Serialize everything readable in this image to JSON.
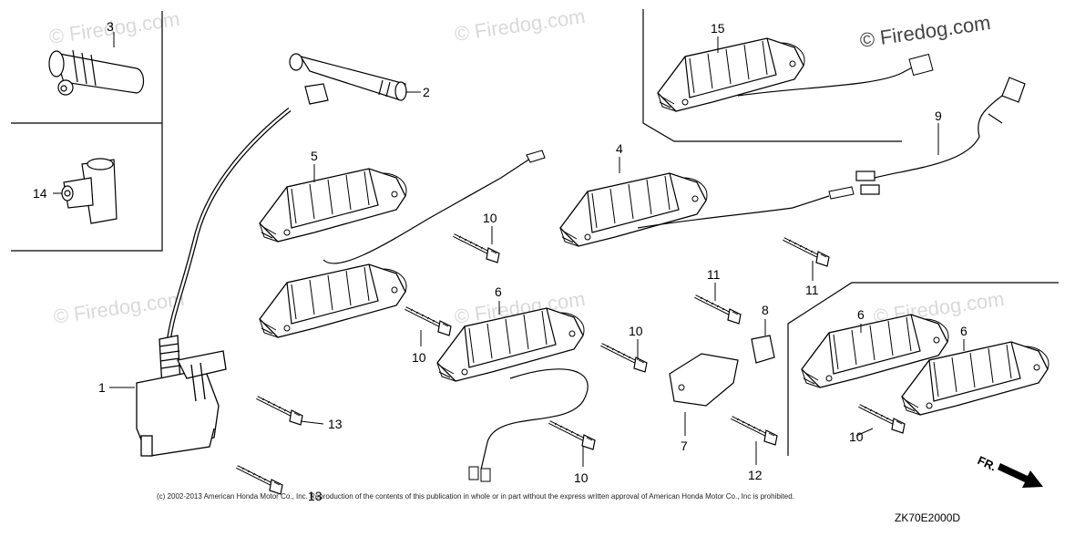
{
  "watermarks": {
    "primary": "© Firedog.com",
    "faint": "© Firedog.com"
  },
  "callouts": {
    "c1": "1",
    "c2": "2",
    "c3": "3",
    "c4": "4",
    "c5": "5",
    "c6a": "6",
    "c6b": "6",
    "c6c": "6",
    "c7": "7",
    "c8": "8",
    "c9": "9",
    "c10a": "10",
    "c10b": "10",
    "c10c": "10",
    "c10d": "10",
    "c10e": "10",
    "c11a": "11",
    "c11b": "11",
    "c12": "12",
    "c13a": "13",
    "c13b": "13",
    "c14": "14",
    "c15": "15"
  },
  "direction": {
    "label": "FR."
  },
  "footer": {
    "copyright": "(c) 2002-2013 American Honda Motor Co., Inc. Reproduction of the contents of this publication in whole or in part without the express written approval of American Honda Motor Co., Inc is prohibited.",
    "code": "ZK70E2000D"
  },
  "colors": {
    "line": "#000000",
    "fill": "#ffffff",
    "watermark": "#d9d9d9"
  }
}
